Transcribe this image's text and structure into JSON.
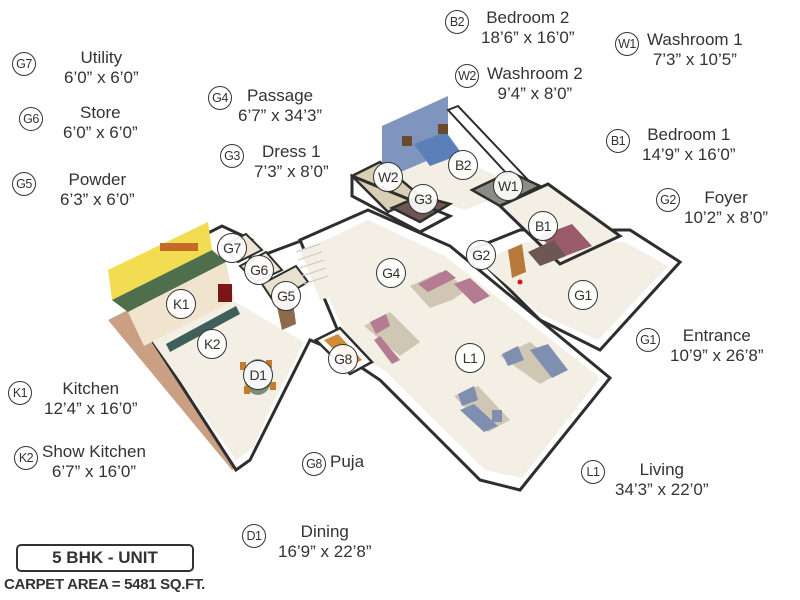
{
  "unit": {
    "type_label": "5 BHK - UNIT",
    "carpet_area_label": "CARPET AREA = 5481 SQ.FT."
  },
  "rooms": {
    "G7": {
      "code": "G7",
      "name": "Utility",
      "size": "6’0” x 6’0”"
    },
    "G6": {
      "code": "G6",
      "name": "Store",
      "size": "6’0” x 6’0”"
    },
    "G5": {
      "code": "G5",
      "name": "Powder",
      "size": "6’3” x 6’0”"
    },
    "G4": {
      "code": "G4",
      "name": "Passage",
      "size": "6’7” x 34’3”"
    },
    "G3": {
      "code": "G3",
      "name": "Dress 1",
      "size": "7’3” x 8’0”"
    },
    "B2": {
      "code": "B2",
      "name": "Bedroom 2",
      "size": "18’6” x 16’0”"
    },
    "W2": {
      "code": "W2",
      "name": "Washroom 2",
      "size": "9’4” x 8’0”"
    },
    "W1": {
      "code": "W1",
      "name": "Washroom 1",
      "size": "7’3” x 10’5”"
    },
    "B1": {
      "code": "B1",
      "name": "Bedroom 1",
      "size": "14’9” x 16’0”"
    },
    "G2": {
      "code": "G2",
      "name": "Foyer",
      "size": "10’2” x 8’0”"
    },
    "G1": {
      "code": "G1",
      "name": "Entrance",
      "size": "10’9” x 26’8”"
    },
    "K1": {
      "code": "K1",
      "name": "Kitchen",
      "size": "12’4” x 16’0”"
    },
    "K2": {
      "code": "K2",
      "name": "Show Kitchen",
      "size": "6’7” x 16’0”"
    },
    "G8": {
      "code": "G8",
      "name": "Puja",
      "size": ""
    },
    "L1": {
      "code": "L1",
      "name": "Living",
      "size": "34’3” x 22’0”"
    },
    "D1": {
      "code": "D1",
      "name": "Dining",
      "size": "16’9” x 22’8”"
    }
  },
  "colors": {
    "floor": "#f3efe4",
    "wall_top": "#2e2e2e",
    "wall_side": "#ffffff",
    "deck": "#c9a083",
    "kitchen_wall": "#f2dc52",
    "bedroom2_wall": "#7f95bd",
    "sofa_pink": "#b57b92",
    "sofa_blue": "#7f8fb0"
  }
}
